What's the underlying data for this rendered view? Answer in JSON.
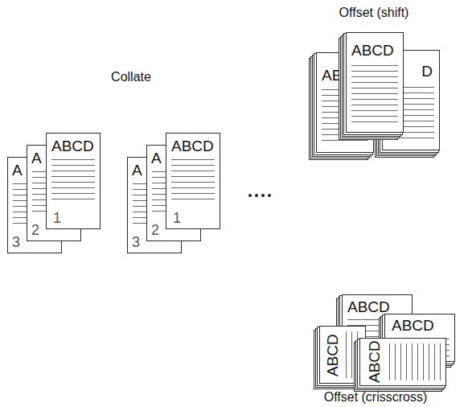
{
  "diagram": {
    "nodes": [
      {
        "text": [
          "A",
          "3"
        ]
      },
      {
        "text": [
          "A",
          "2"
        ]
      },
      {
        "text": [
          "ABCD",
          "1"
        ]
      },
      {
        "text": [
          "A",
          "3"
        ]
      },
      {
        "text": [
          "A",
          "2"
        ]
      },
      {
        "text": [
          "ABCD",
          "1"
        ]
      },
      {
        "text": [
          "AB"
        ]
      },
      {
        "text": [
          "D"
        ]
      },
      {
        "text": [
          "ABCD"
        ]
      },
      {
        "text": [
          "ABCD"
        ]
      },
      {
        "text": [
          "ABCD"
        ]
      },
      {
        "text": [
          "ABCD"
        ]
      },
      {
        "text": [
          "ABCD"
        ]
      }
    ],
    "labels": [
      "Offset (shift)",
      "Collate",
      "Offset (crisscross)"
    ]
  }
}
